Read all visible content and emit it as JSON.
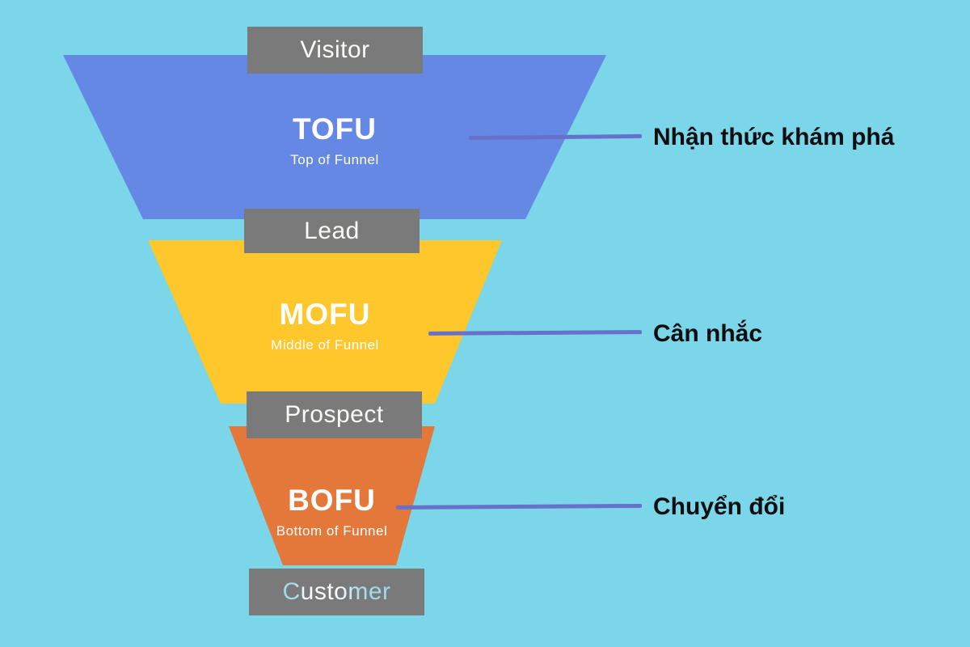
{
  "canvas": {
    "background_color": "#7AD6E8"
  },
  "funnel": {
    "stages": [
      {
        "acronym": "TOFU",
        "subtitle": "Top of Funnel",
        "color": "#6588E4",
        "annotation": "Nhận thức khám phá"
      },
      {
        "acronym": "MOFU",
        "subtitle": "Middle of Funnel",
        "color": "#FEC72B",
        "annotation": "Cân nhắc"
      },
      {
        "acronym": "BOFU",
        "subtitle": "Bottom of Funnel",
        "color": "#E4783A",
        "annotation": "Chuyển đổi"
      }
    ],
    "milestones": [
      {
        "label": "Visitor"
      },
      {
        "label": "Lead"
      },
      {
        "label": "Prospect"
      },
      {
        "label": "Customer"
      }
    ],
    "milestone_box_color": "#7A7A7A",
    "milestone_text_color": "#FAFAF7",
    "connector_color": "#6770CA",
    "annotation_text_color": "#0E0E11"
  }
}
